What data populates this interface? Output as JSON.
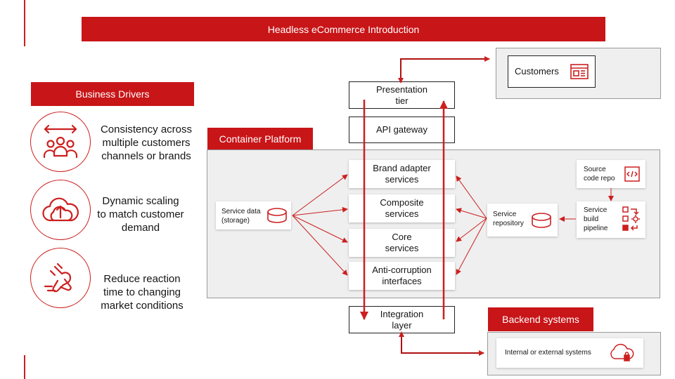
{
  "title": "Headless eCommerce Introduction",
  "business_drivers": {
    "header": "Business Drivers",
    "items": [
      {
        "text": "Consistency across multiple customers channels or brands",
        "icon": "people-group-icon"
      },
      {
        "text": "Dynamic scaling to match customer demand",
        "icon": "cloud-upload-icon"
      },
      {
        "text": "Reduce reaction time to changing market conditions",
        "icon": "fast-response-icon"
      }
    ]
  },
  "diagram": {
    "presentation_tier": "Presentation tier",
    "api_gateway": "API gateway",
    "customers": "Customers",
    "container_platform": "Container Platform",
    "services": [
      "Brand adapter services",
      "Composite services",
      "Core services",
      "Anti-corruption interfaces"
    ],
    "service_data": "Service data (storage)",
    "service_repository": "Service repository",
    "source_code_repo": "Source code repo",
    "service_build_pipeline": "Service build pipeline",
    "integration_layer": "Integration layer",
    "backend_systems": "Backend systems",
    "internal_external": "Internal or external systems"
  },
  "colors": {
    "accent": "#c81518",
    "panel": "#efefef"
  }
}
